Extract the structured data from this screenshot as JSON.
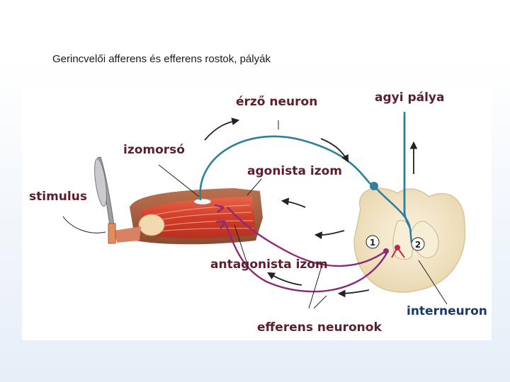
{
  "slide": {
    "title": "Gerincvelői afferens és efferens  rostok, pályák"
  },
  "diagram": {
    "labels": {
      "erzo_neuron": "érző neuron",
      "agyi_palya": "agyi pálya",
      "izomorso": "izomorsó",
      "agonista_izom": "agonista izom",
      "stimulus": "stimulus",
      "antagonista_izom": "antagonista izom",
      "interneuron": "interneuron",
      "efferens_neuronok": "efferens neuronok",
      "marker_1": "1",
      "marker_2": "2"
    },
    "colors": {
      "sensory_neuron": "#2e7f9e",
      "efferent_neuron": "#8a2a78",
      "label_dark": "#5a1f2a",
      "label_blue": "#173a6a",
      "muscle": "#d9452f",
      "spinal_cord": "#f3e6cc"
    },
    "icons": [
      "reflex-hammer-icon",
      "arrow-icon"
    ]
  }
}
